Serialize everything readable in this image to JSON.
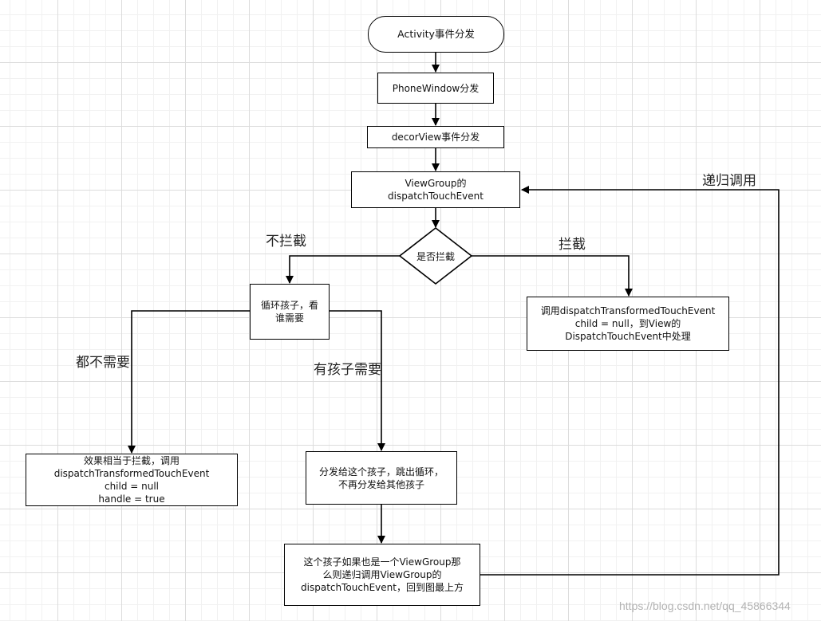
{
  "diagram": {
    "nodes": {
      "activity_dispatch": "Activity事件分发",
      "phonewindow_dispatch": "PhoneWindow分发",
      "decorview_dispatch": "decorView事件分发",
      "viewgroup_dispatch": "ViewGroup的\ndispatchTouchEvent",
      "intercept_decision": "是否拦截",
      "loop_children": "循环孩子，看\n谁需要",
      "intercepted_result": "调用dispatchTransformedTouchEvent\nchild = null，到View的\nDispatchTouchEvent中处理",
      "none_needed_result": "效果相当于拦截，调用\ndispatchTransformedTouchEvent\nchild = null\nhandle = true",
      "dispatch_to_child": "分发给这个孩子，跳出循环，\n不再分发给其他孩子",
      "recursive_call": "这个孩子如果也是一个ViewGroup那\n么则递归调用ViewGroup的\ndispatchTouchEvent，回到图最上方"
    },
    "edge_labels": {
      "not_intercept": "不拦截",
      "intercept": "拦截",
      "none_need": "都不需要",
      "child_needs": "有孩子需要",
      "recursive": "递归调用"
    }
  },
  "watermark": "https://blog.csdn.net/qq_45866344",
  "colors": {
    "line": "#000000",
    "grid": "#dcdcdc",
    "watermark": "#b3b3b3"
  }
}
